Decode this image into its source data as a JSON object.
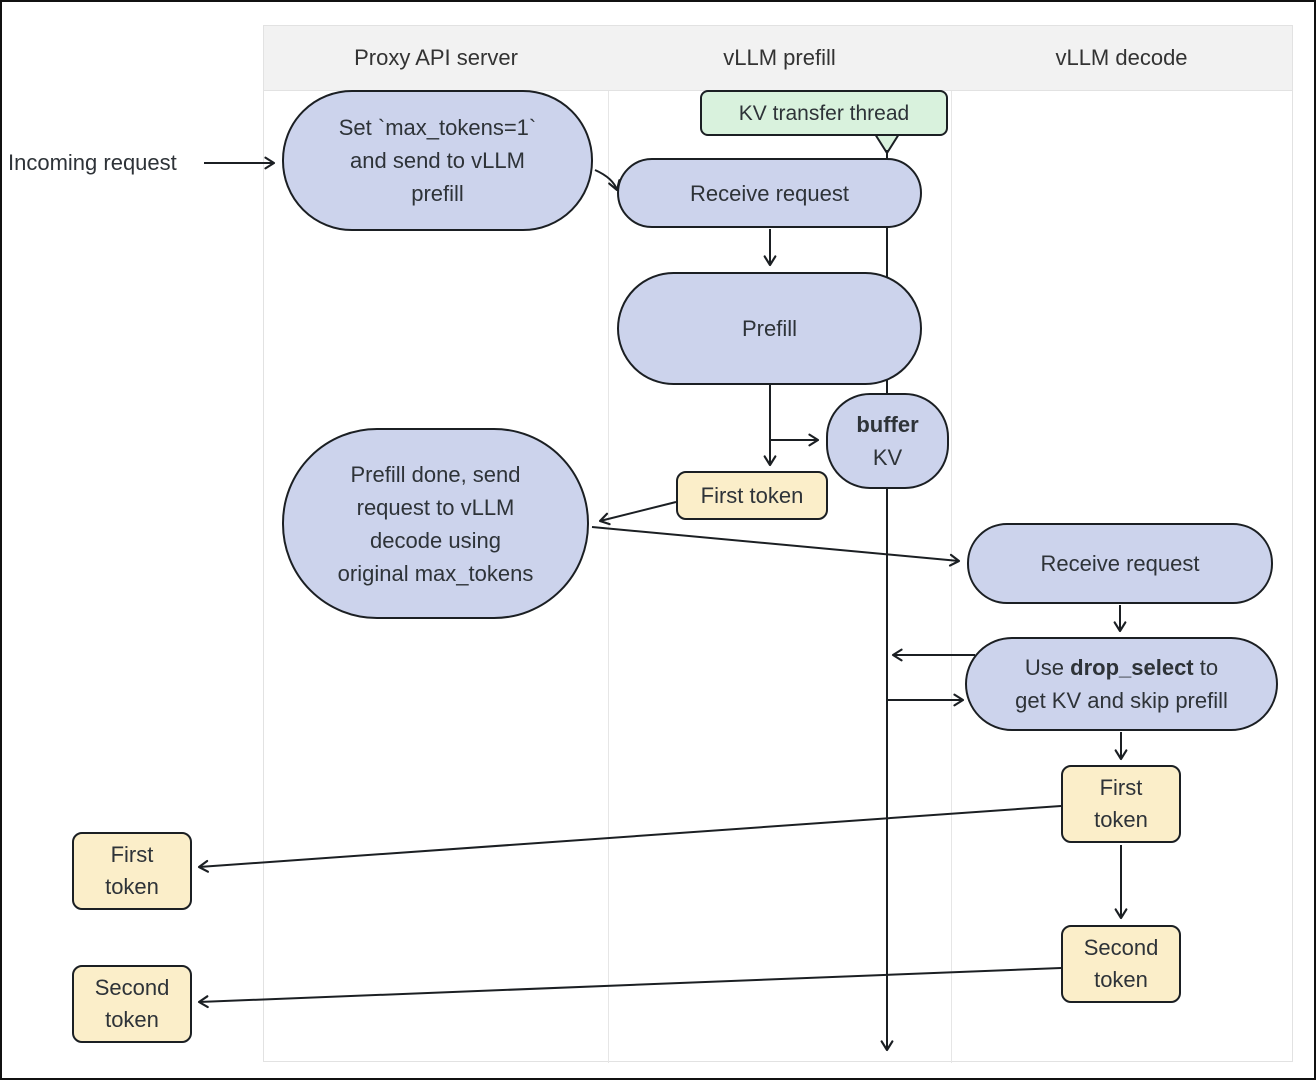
{
  "lanes": {
    "titles": [
      "Proxy API server",
      "vLLM prefill",
      "vLLM decode"
    ]
  },
  "labels": {
    "incoming": "Incoming request"
  },
  "nodes": {
    "set_max_tokens": {
      "lines": [
        "Set `max_tokens=1`",
        "and send to vLLM",
        "prefill"
      ]
    },
    "kv_thread": {
      "label": "KV transfer thread"
    },
    "receive_prefill": {
      "label": "Receive request"
    },
    "prefill": {
      "label": "Prefill"
    },
    "buffer_kv": {
      "bold": "buffer",
      "label": "KV"
    },
    "first_token_prefill": {
      "label": "First token"
    },
    "prefill_done": {
      "lines": [
        "Prefill done, send",
        "request to vLLM",
        "decode using",
        "original max_tokens"
      ]
    },
    "receive_decode": {
      "label": "Receive request"
    },
    "drop_select": {
      "line1_pre": "Use ",
      "line1_bold": "drop_select",
      "line1_post": " to",
      "line2": "get KV and skip prefill"
    },
    "first_token_decode": {
      "lines": [
        "First",
        "token"
      ]
    },
    "second_token_decode": {
      "lines": [
        "Second",
        "token"
      ]
    },
    "first_token_out": {
      "lines": [
        "First",
        "token"
      ]
    },
    "second_token_out": {
      "lines": [
        "Second",
        "token"
      ]
    }
  },
  "colors": {
    "node_fill": "#ccd3ec",
    "token_fill": "#fbeec9",
    "thread_fill": "#d9f2dd",
    "border": "#1b1f23",
    "lane_header_bg": "#f2f2f2",
    "lane_border": "#e2e2e2",
    "text": "#2e3338"
  }
}
